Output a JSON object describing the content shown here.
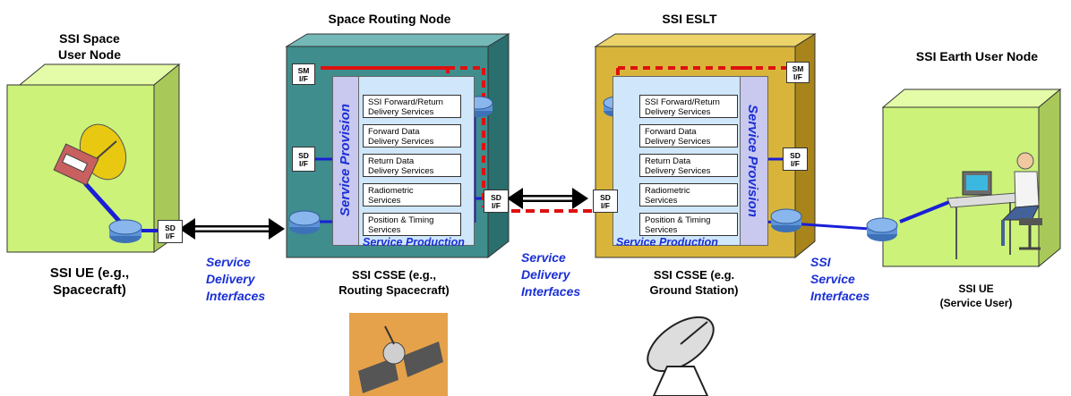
{
  "titles": {
    "space_user_node": "SSI Space\nUser Node",
    "space_routing_node": "Space Routing Node",
    "eslt": "SSI ESLT",
    "earth_user_node": "SSI Earth User Node"
  },
  "captions": {
    "ue_spacecraft": "SSI UE (e.g.,\nSpacecraft)",
    "csse_routing": "SSI CSSE (e.g.,\nRouting Spacecraft)",
    "csse_ground": "SSI CSSE (e.g.\nGround Station)",
    "ue_user": "SSI UE\n(Service User)"
  },
  "interfaces": {
    "delivery_left": "Service\nDelivery\nInterfaces",
    "delivery_mid": "Service\nDelivery\nInterfaces",
    "ssi_service": "SSI\nService\nInterfaces"
  },
  "services": [
    "SSI Forward/Return\nDelivery Services",
    "Forward Data\nDelivery Services",
    "Return Data\nDelivery Services",
    "Radiometric\nServices",
    "Position & Timing\nServices"
  ],
  "panel_labels": {
    "service_provision": "Service Provision",
    "service_production": "Service Production"
  },
  "boxes": {
    "sm_if": "SM\nI/F",
    "sd_if": "SD\nI/F"
  },
  "colors": {
    "routing_node": "#3f8d8d",
    "eslt_node": "#d8b53a",
    "user_node": "#ccf27a",
    "link_blue": "#1a1fd6",
    "control_red": "#e01010",
    "interface_text": "#1a2fd6"
  }
}
